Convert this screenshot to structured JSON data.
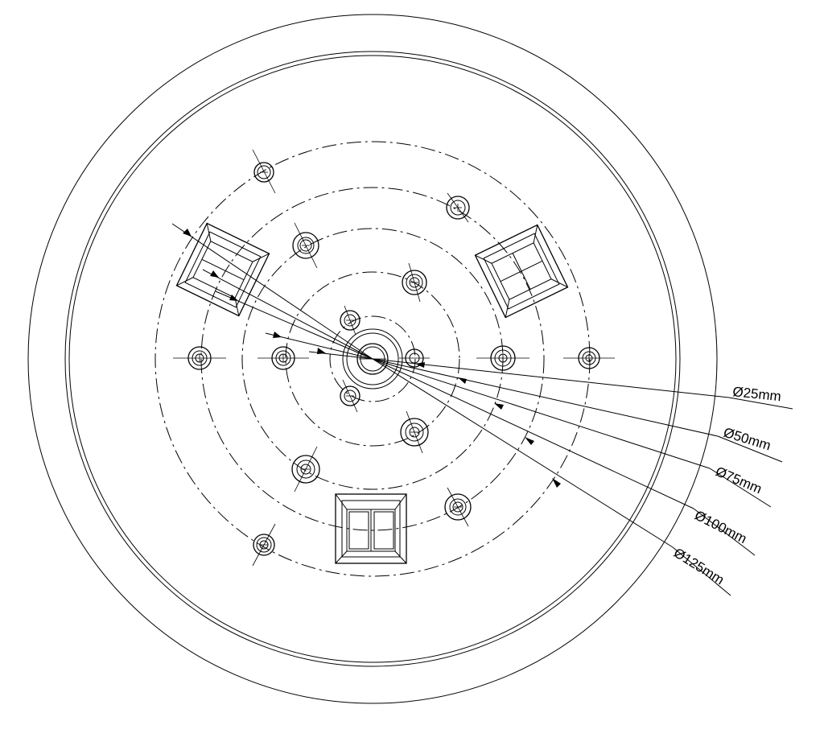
{
  "diagram": {
    "dimensions": [
      {
        "label": "Ø25mm",
        "angle": 6
      },
      {
        "label": "Ø50mm",
        "angle": 17
      },
      {
        "label": "Ø75mm",
        "angle": 23
      },
      {
        "label": "Ø100mm",
        "angle": 27
      },
      {
        "label": "Ø125mm",
        "angle": 32
      }
    ],
    "colors": {
      "line": "#000000",
      "background": "#ffffff"
    }
  }
}
